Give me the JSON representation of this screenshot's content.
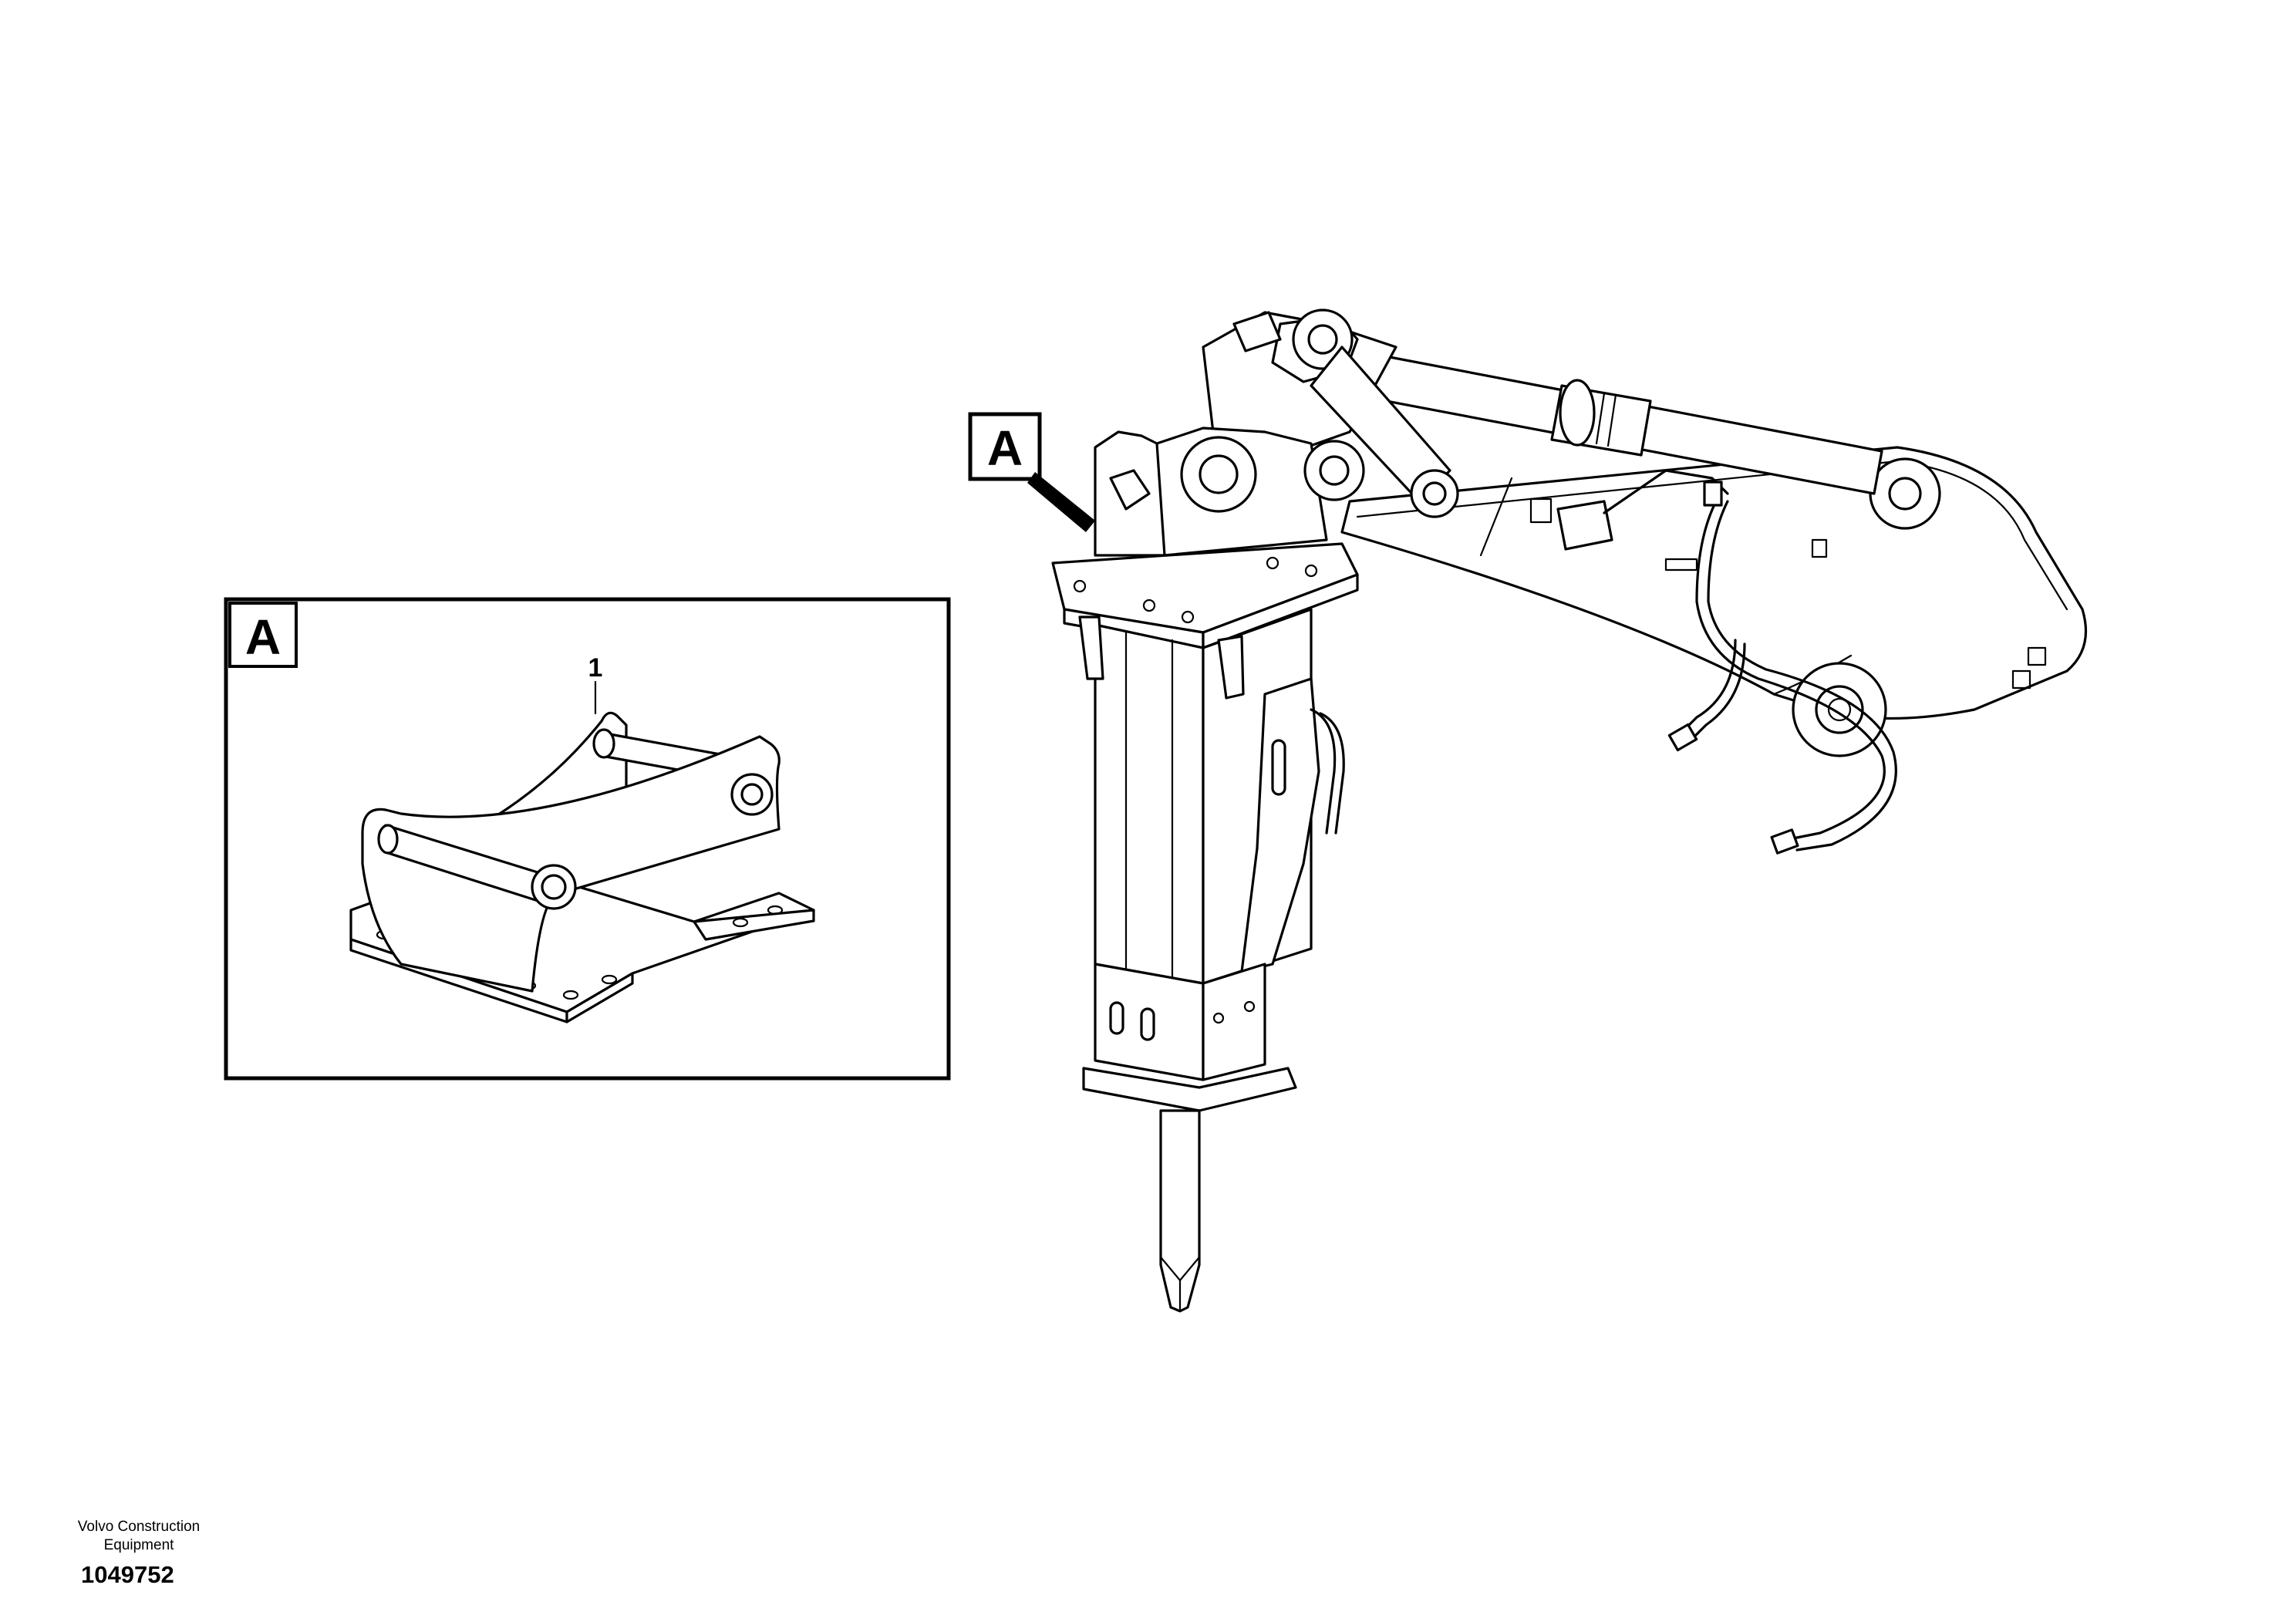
{
  "detail_view": {
    "label": "A",
    "item_number": "1"
  },
  "main_view": {
    "callout_label": "A"
  },
  "footer": {
    "brand_line1": "Volvo Construction",
    "brand_line2": "Equipment",
    "part_number": "1049752"
  }
}
